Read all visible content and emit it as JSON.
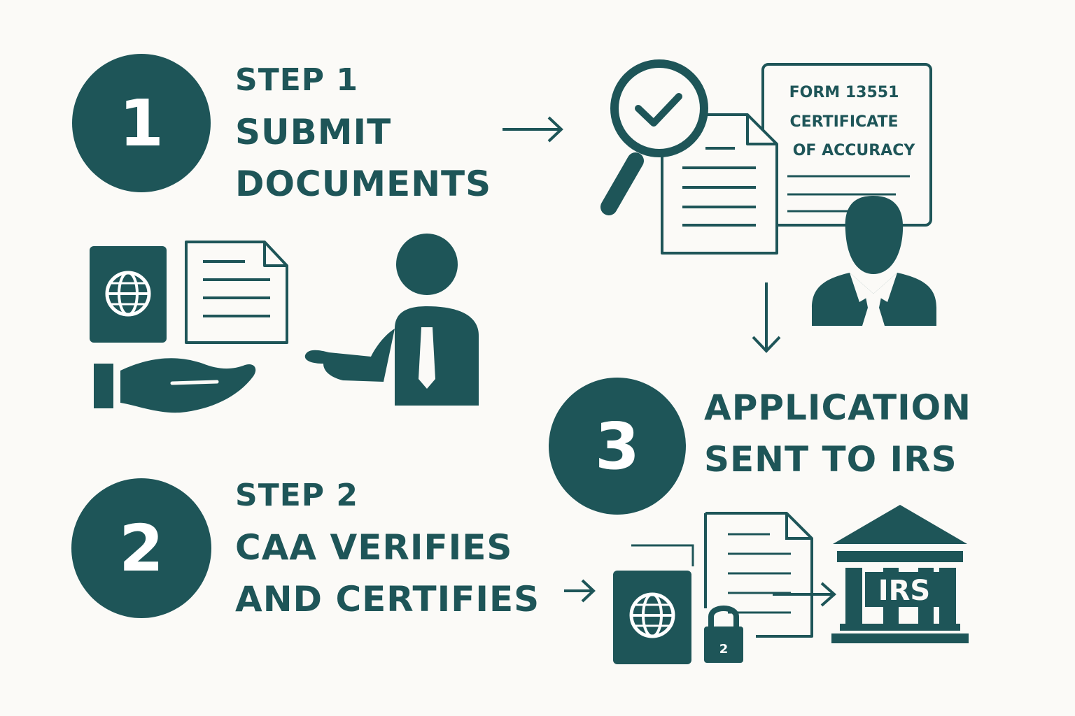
{
  "step1": {
    "number": "1",
    "heading": "STEP 1",
    "line1": "SUBMIT",
    "line2": "DOCUMENTS"
  },
  "step2": {
    "number": "2",
    "heading": "STEP 2",
    "line1": "CAA VERIFIES",
    "line2": "AND CERTIFIES"
  },
  "step3": {
    "number": "3",
    "line1": "APPLICATION",
    "line2": "SENT TO IRS"
  },
  "certificate": {
    "line1": "FORM 13551",
    "line2": "CERTIFICATE",
    "line3": "OF ACCURACY"
  },
  "irs_building_label": "IRS",
  "lock_label": "2",
  "icons": [
    "passport-icon",
    "document-icon",
    "hand-icon",
    "agent-person-icon",
    "magnifier-check-icon",
    "certificate-icon",
    "official-person-icon",
    "lock-icon",
    "irs-building-icon",
    "arrow-icon"
  ],
  "colors": {
    "primary": "#1e5558",
    "background": "#fbfaf7",
    "white": "#ffffff"
  }
}
